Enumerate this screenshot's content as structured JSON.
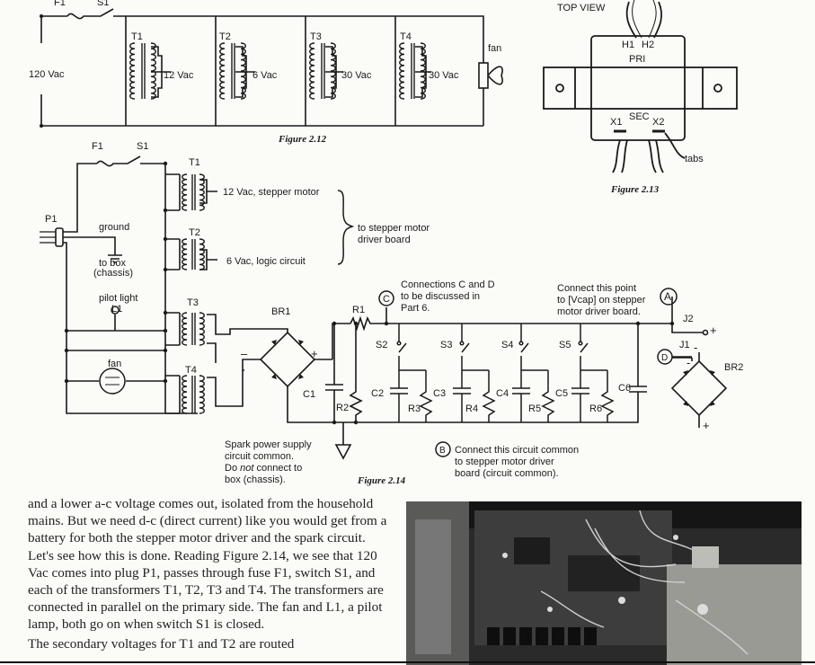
{
  "fig212": {
    "caption": "Figure 2.12",
    "f1": "F1",
    "s1": "S1",
    "input": "120 Vac",
    "fan": "fan",
    "transformers": [
      {
        "name": "T1",
        "sec": "12 Vac"
      },
      {
        "name": "T2",
        "sec": "6 Vac"
      },
      {
        "name": "T3",
        "sec": "30 Vac"
      },
      {
        "name": "T4",
        "sec": "30 Vac"
      }
    ]
  },
  "fig213": {
    "caption": "Figure 2.13",
    "top_view": "TOP VIEW",
    "h1": "H1",
    "h2": "H2",
    "pri": "PRI",
    "sec": "SEC",
    "x1": "X1",
    "x2": "X2",
    "tabs": "tabs"
  },
  "fig214": {
    "caption": "Figure 2.14",
    "f1": "F1",
    "s1": "S1",
    "p1": "P1",
    "ground": "ground",
    "to_box": "to box",
    "chassis": "(chassis)",
    "pilot_light": "pilot light",
    "l1": "L1",
    "fan": "fan",
    "t1": "T1",
    "t2": "T2",
    "t3": "T3",
    "t4": "T4",
    "t1_label": "12 Vac, stepper motor",
    "t2_label": "6 Vac, logic circuit",
    "driver_board_1": "to stepper motor",
    "driver_board_2": "driver board",
    "br1": "BR1",
    "br2": "BR2",
    "r1": "R1",
    "r2": "R2",
    "r3": "R3",
    "r4": "R4",
    "r5": "R5",
    "r6": "R6",
    "c1": "C1",
    "c2": "C2",
    "c3": "C3",
    "c4": "C4",
    "c5": "C5",
    "c6": "C6",
    "s2": "S2",
    "s3": "S3",
    "s4": "S4",
    "s5": "S5",
    "j1": "J1",
    "j2": "J2",
    "node_a": "A",
    "node_b": "B",
    "node_c": "C",
    "node_d": "D",
    "conn_cd_1": "Connections C and D",
    "conn_cd_2": "to be discussed in",
    "conn_cd_3": "Part 6.",
    "conn_a_1": "Connect this point",
    "conn_a_2": "to [Vcap] on stepper",
    "conn_a_3": "motor driver board.",
    "spark_1": "Spark power supply",
    "spark_2": "circuit common.",
    "spark_3_a": "Do ",
    "spark_3_b": "not",
    "spark_3_c": " connect to",
    "spark_4": "box (chassis).",
    "conn_b_1": "Connect this circuit common",
    "conn_b_2": "to stepper motor driver",
    "conn_b_3": "board (circuit common)."
  },
  "body_text": {
    "p1": "and a lower a-c voltage comes out, isolated from the household mains. But we need d-c (direct current) like you would get from a battery for both the stepper motor driver and the spark circuit. Let's see how this is done. Reading Figure 2.14, we see that 120 Vac comes into plug P1, passes through fuse F1, switch S1, and each of the transformers T1, T2, T3 and T4. The transformers are connected in parallel on the primary side. The fan and L1, a pilot lamp, both go on when switch S1 is closed.",
    "p2": "The secondary voltages for T1 and T2 are routed"
  },
  "colors": {
    "ink": "#1a1a1a",
    "paper": "#fbfbf8"
  }
}
